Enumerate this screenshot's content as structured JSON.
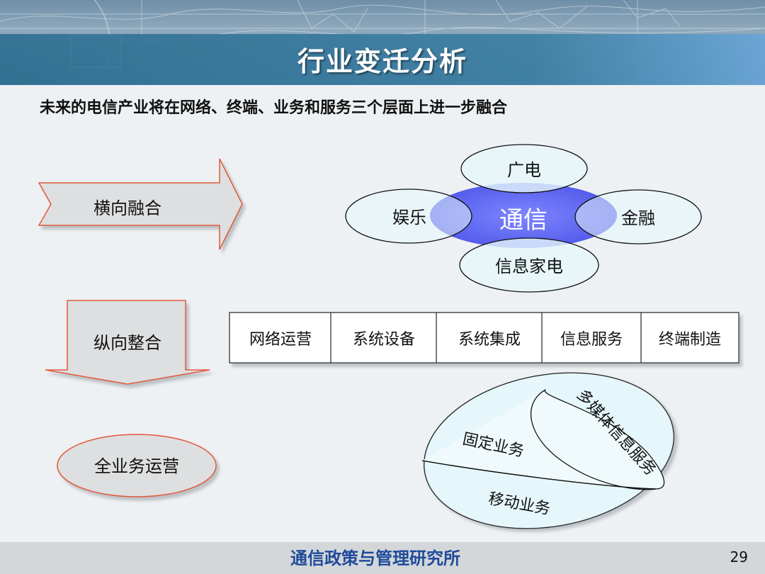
{
  "slide": {
    "title": "行业变迁分析",
    "subtitle": "未来的电信产业将在网络、终端、业务和服务三个层面上进一步融合",
    "footer": "通信政策与管理研究所",
    "page_number": "29"
  },
  "horizontal": {
    "label": "横向融合",
    "center": "通信",
    "top": "广电",
    "left": "娱乐",
    "right": "金融",
    "bottom": "信息家电"
  },
  "vertical": {
    "label": "纵向整合",
    "chain": [
      "网络运营",
      "系统设备",
      "系统集成",
      "信息服务",
      "终端制造"
    ]
  },
  "full_service": {
    "label": "全业务运营",
    "fixed": "固定业务",
    "multimedia": "多媒体信息服务",
    "mobile": "移动业务"
  },
  "colors": {
    "title_band": "#2f6f92",
    "bubble_fill": "#e6f7fb",
    "center_fill": "#5b63f0",
    "arrow_stroke": "#e2583a",
    "footer_text": "#1f4a9a"
  }
}
